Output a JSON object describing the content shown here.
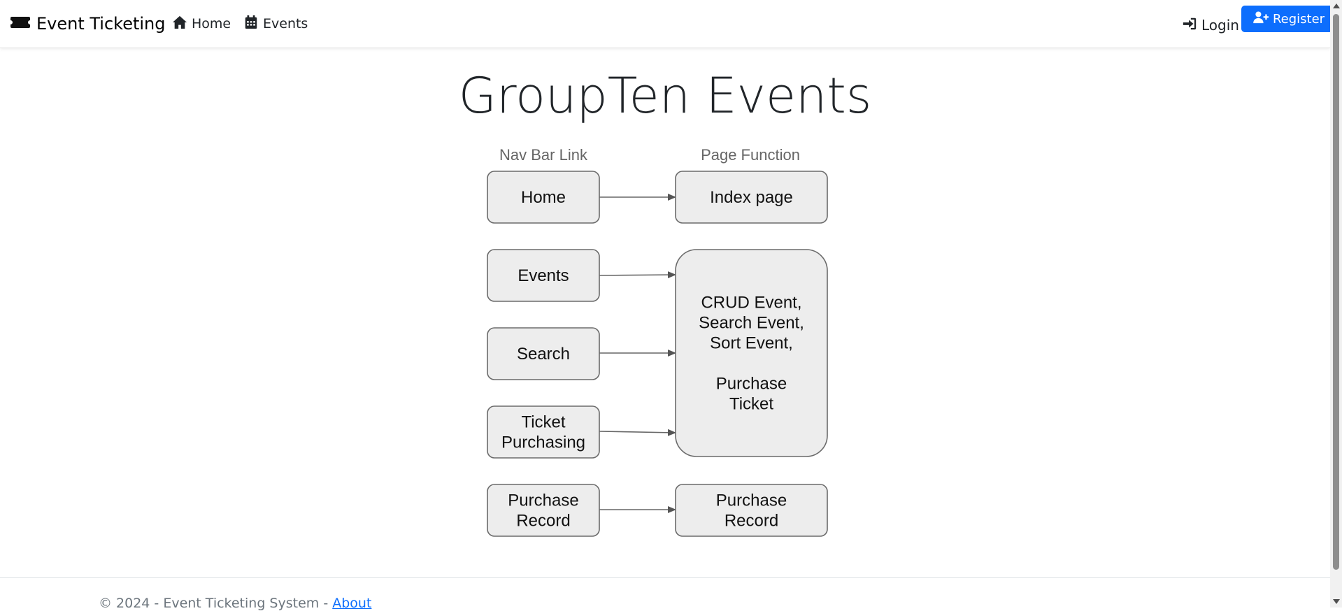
{
  "navbar": {
    "brand": "Event Ticketing",
    "home": "Home",
    "events": "Events",
    "login": "Login",
    "register": "Register"
  },
  "main": {
    "title": "GroupTen Events"
  },
  "diagram": {
    "header_left": "Nav Bar Link",
    "header_right": "Page Function",
    "nav_links": [
      {
        "lines": [
          "Home"
        ]
      },
      {
        "lines": [
          "Events"
        ]
      },
      {
        "lines": [
          "Search"
        ]
      },
      {
        "lines": [
          "Ticket",
          "Purchasing"
        ]
      },
      {
        "lines": [
          "Purchase",
          "Record"
        ]
      }
    ],
    "functions": [
      {
        "lines": [
          "Index page"
        ]
      },
      {
        "lines": [
          "CRUD Event,",
          "Search Event,",
          "Sort Event,",
          "",
          "Purchase",
          "Ticket"
        ]
      },
      {
        "lines": [
          "Purchase",
          "Record"
        ]
      }
    ]
  },
  "footer": {
    "copyright": "© 2024 - Event Ticketing System -",
    "about": "About"
  },
  "colors": {
    "primary": "#0d6efd",
    "box_fill": "#ededed",
    "box_stroke": "#6b6b6b"
  }
}
